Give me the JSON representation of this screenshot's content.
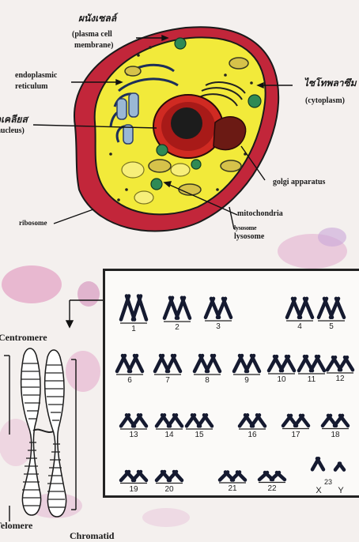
{
  "cell": {
    "labels": {
      "membrane_thai": "ผนังเซลล์",
      "membrane_en_1": "(plasma cell",
      "membrane_en_2": "membrane)",
      "er_1": "endoplasmic",
      "er_2": "reticulum",
      "nucleus_thai": "นิวเคลียส",
      "nucleus_en": "(nucleus)",
      "cytoplasm_thai": "ไซโทพลาซึม",
      "cytoplasm_en": "(cytoplasm)",
      "golgi": "golgi apparatus",
      "mitochondria": "mitochondria",
      "lysosome_1": "lysosome",
      "lysosome_2": "lysosome",
      "ribosome": "ribosome"
    }
  },
  "chromosome": {
    "centromere": "Centromere",
    "telomere": "Telomere",
    "chromatid": "Chromatid"
  },
  "karyotype": {
    "numbers": [
      "1",
      "2",
      "3",
      "4",
      "5",
      "6",
      "7",
      "8",
      "9",
      "10",
      "11",
      "12",
      "13",
      "14",
      "15",
      "16",
      "17",
      "18",
      "19",
      "20",
      "21",
      "22"
    ],
    "sex_label_x": "X",
    "sex_label_23": "23",
    "sex_label_y": "Y"
  }
}
